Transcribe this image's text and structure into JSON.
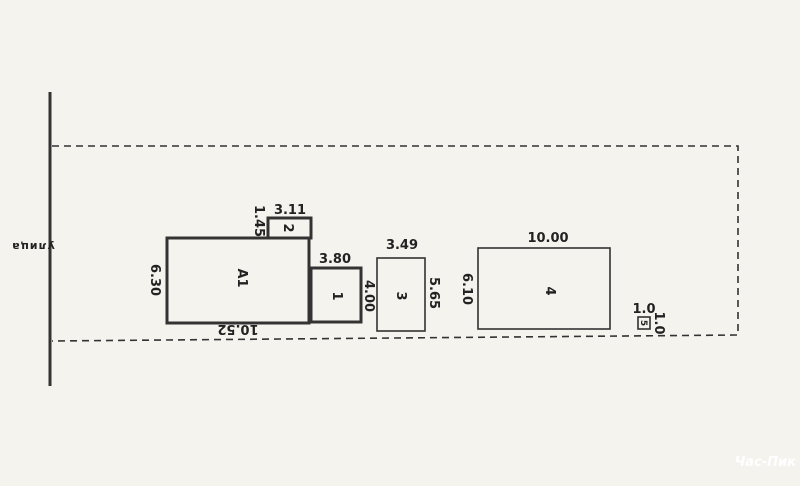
{
  "street_label": "улица",
  "watermark": "Час-Пик",
  "buildings": {
    "A1": {
      "label": "А1",
      "width": "10.52",
      "depth": "6.30"
    },
    "b2": {
      "label": "2",
      "width": "3.11",
      "depth": "1.45"
    },
    "b1": {
      "label": "1",
      "width": "3.80",
      "depth": "4.00"
    },
    "b3": {
      "label": "3",
      "width": "3.49",
      "depth": "5.65"
    },
    "b4": {
      "label": "4",
      "width": "10.00",
      "depth": "6.10"
    },
    "b5": {
      "label": "5",
      "width": "1.0",
      "depth": "1.0"
    }
  }
}
